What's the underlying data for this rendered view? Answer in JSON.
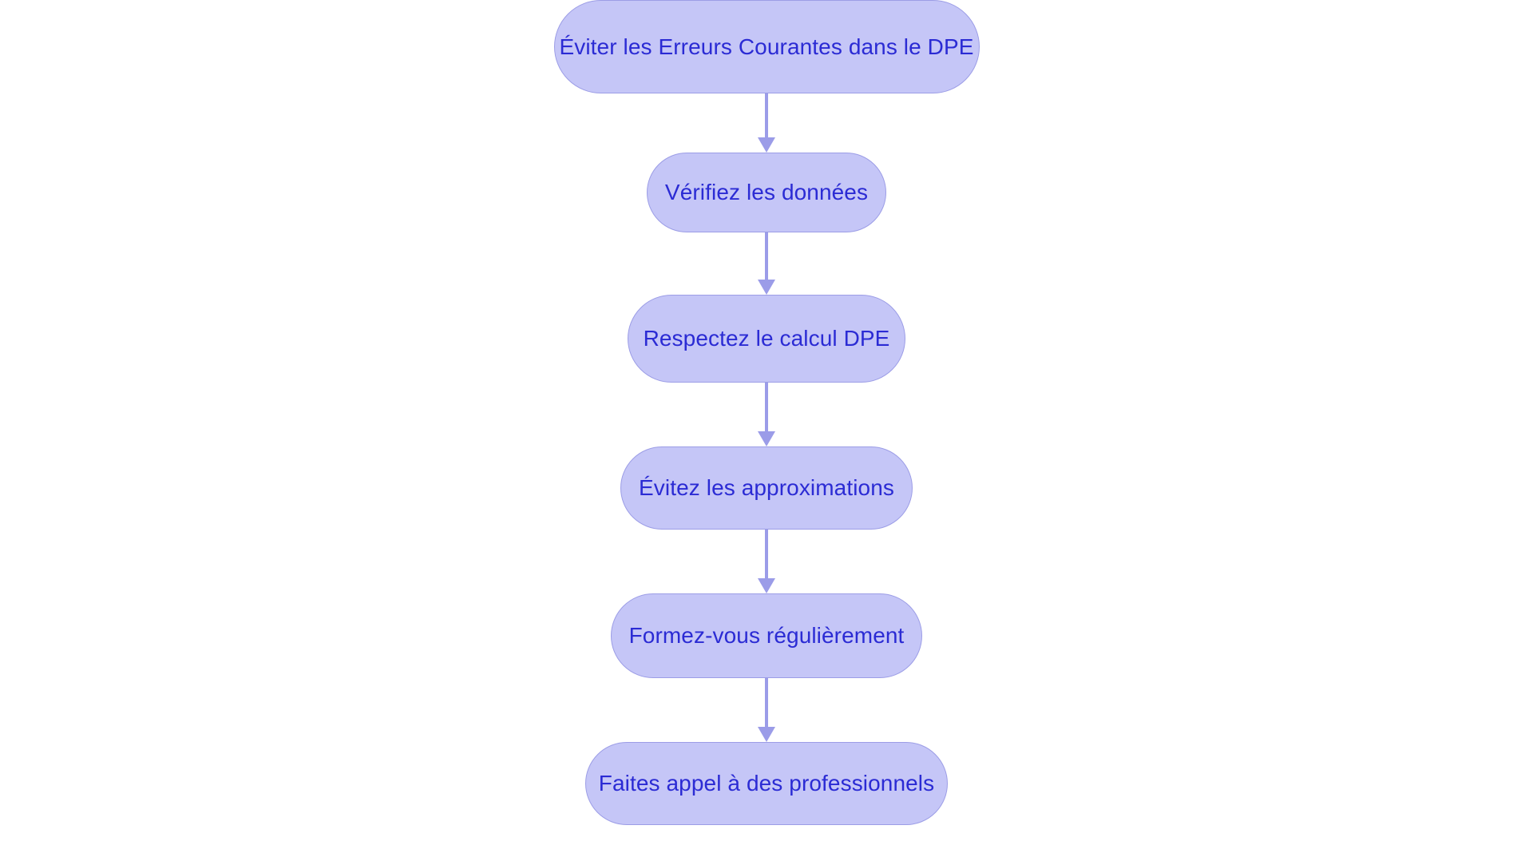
{
  "chart_data": {
    "type": "diagram",
    "subtype": "flowchart",
    "orientation": "top-to-bottom",
    "title": "Éviter les Erreurs Courantes dans le DPE",
    "node_shape": "stadium",
    "colors": {
      "background": "#ffffff",
      "node_fill": "#c5c6f7",
      "node_border": "#9c9de6",
      "node_text": "#2b2bd4",
      "connector": "#9b9ce8"
    },
    "nodes": [
      {
        "id": "n0",
        "label": "Éviter les Erreurs Courantes dans le DPE"
      },
      {
        "id": "n1",
        "label": "Vérifiez les données"
      },
      {
        "id": "n2",
        "label": "Respectez le calcul DPE"
      },
      {
        "id": "n3",
        "label": "Évitez les approximations"
      },
      {
        "id": "n4",
        "label": "Formez-vous régulièrement"
      },
      {
        "id": "n5",
        "label": "Faites appel à des professionnels"
      }
    ],
    "edges": [
      {
        "from": "n0",
        "to": "n1",
        "label": "",
        "arrow": "down-arrowhead"
      },
      {
        "from": "n1",
        "to": "n2",
        "label": "",
        "arrow": "down-arrowhead"
      },
      {
        "from": "n2",
        "to": "n3",
        "label": "",
        "arrow": "down-arrowhead"
      },
      {
        "from": "n3",
        "to": "n4",
        "label": "",
        "arrow": "down-arrowhead"
      },
      {
        "from": "n4",
        "to": "n5",
        "label": "",
        "arrow": "down-arrowhead"
      }
    ]
  },
  "diagram": {
    "nodes": [
      {
        "label": "Éviter les Erreurs Courantes dans le DPE"
      },
      {
        "label": "Vérifiez les données"
      },
      {
        "label": "Respectez le calcul DPE"
      },
      {
        "label": "Évitez les approximations"
      },
      {
        "label": "Formez-vous régulièrement"
      },
      {
        "label": "Faites appel à des professionnels"
      }
    ]
  }
}
